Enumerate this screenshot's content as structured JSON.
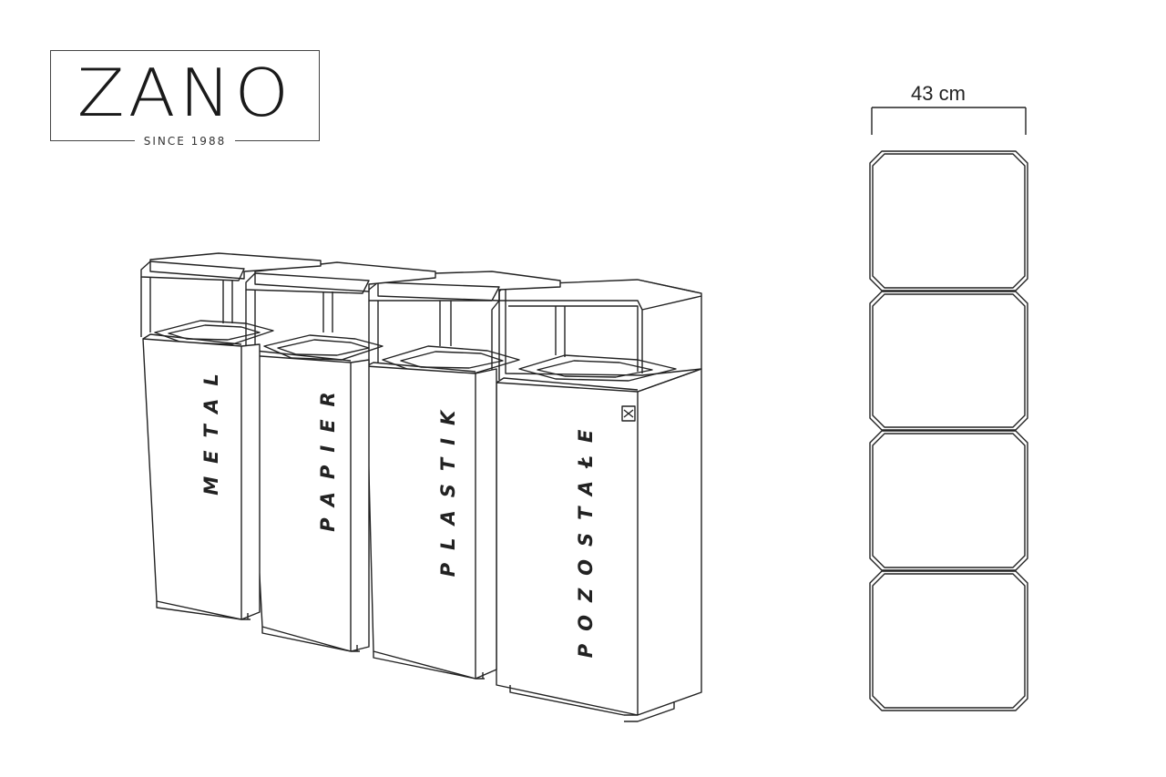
{
  "brand": {
    "logo_text": "ZANO",
    "tagline": "SINCE 1988"
  },
  "product": {
    "bins": [
      {
        "label": "METAL"
      },
      {
        "label": "PAPIER"
      },
      {
        "label": "PLASTIK"
      },
      {
        "label": "POZOSTAŁE"
      }
    ]
  },
  "plan_view": {
    "width_label": "43 cm",
    "module_count": 4
  }
}
